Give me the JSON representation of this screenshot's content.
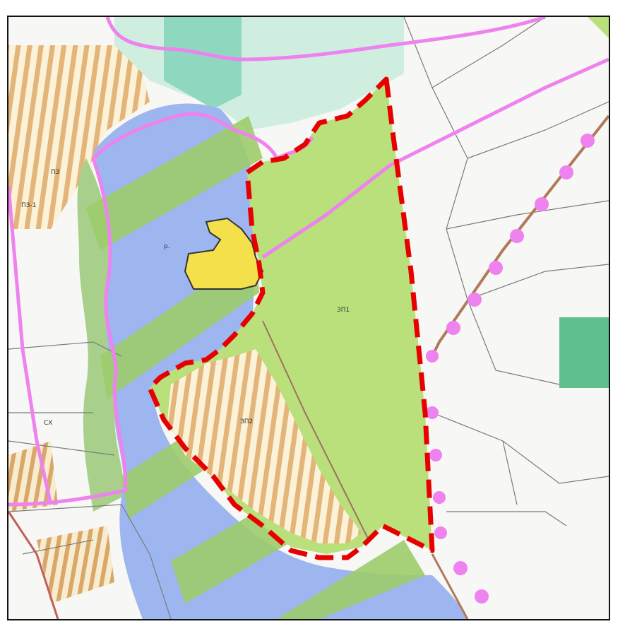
{
  "map": {
    "parcel_code_center": "ЗП1",
    "parcel_code_south": "ЗП2",
    "river_label": "р.",
    "block_labels": [
      "ПЗ",
      "ПЗ-1",
      "СХ"
    ]
  },
  "colors": {
    "river": "#9db6f0",
    "agri": "#b9e07a",
    "green_band": "#9ccc6a",
    "boundary": "#e60000",
    "admin_line": "#ee82ee",
    "buildings": "#f4e04a",
    "hatched_orange": "#e3b57a",
    "dark_green": "#5fbf8f",
    "teal": "#8fd8c0"
  }
}
